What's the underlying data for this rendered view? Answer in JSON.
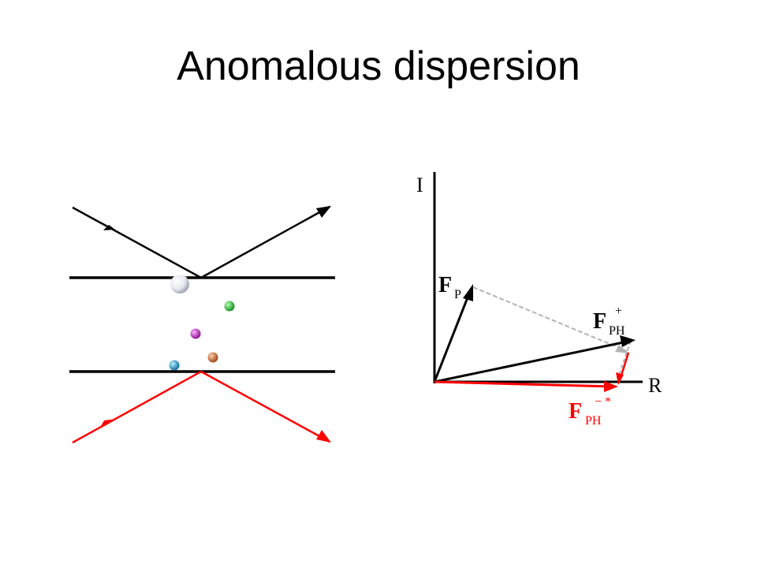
{
  "title": "Anomalous dispersion",
  "axes": {
    "imaginary": "I",
    "real": "R"
  },
  "vectors": {
    "fp": {
      "main": "F",
      "sub": "P"
    },
    "fph_plus": {
      "main": "F",
      "sub": "PH",
      "sup": "+"
    },
    "fph_minus": {
      "main": "F",
      "sub": "PH",
      "sup": "− *"
    }
  },
  "colors": {
    "black": "#000000",
    "red": "#ff0000",
    "gray": "#b3b3b3",
    "atom_large": "#e8e8f2",
    "atom_green": "#22c02a",
    "atom_magenta": "#c21ac9",
    "atom_cyan": "#22a8d8",
    "atom_orange": "#d4703a"
  }
}
